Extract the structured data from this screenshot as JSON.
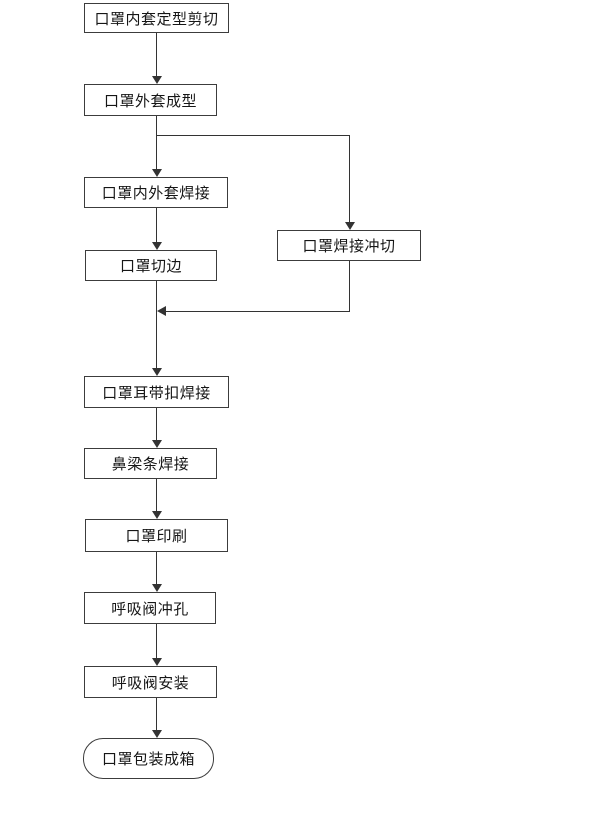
{
  "flowchart": {
    "description": "Mask production process flowchart",
    "background_color": "#ffffff",
    "box_border_color": "#3c3c3c",
    "line_color": "#333333",
    "text_color": "#161616",
    "nodes": [
      {
        "id": "n1",
        "label": "口罩内套定型剪切",
        "shape": "rect"
      },
      {
        "id": "n2",
        "label": "口罩外套成型",
        "shape": "rect"
      },
      {
        "id": "n3",
        "label": "口罩内外套焊接",
        "shape": "rect"
      },
      {
        "id": "n4",
        "label": "口罩切边",
        "shape": "rect"
      },
      {
        "id": "n5",
        "label": "口罩焊接冲切",
        "shape": "rect"
      },
      {
        "id": "n6",
        "label": "口罩耳带扣焊接",
        "shape": "rect"
      },
      {
        "id": "n7",
        "label": "鼻梁条焊接",
        "shape": "rect"
      },
      {
        "id": "n8",
        "label": "口罩印刷",
        "shape": "rect"
      },
      {
        "id": "n9",
        "label": "呼吸阀冲孔",
        "shape": "rect"
      },
      {
        "id": "n10",
        "label": "呼吸阀安装",
        "shape": "rect"
      },
      {
        "id": "n11",
        "label": "口罩包装成箱",
        "shape": "terminator"
      }
    ],
    "edges": [
      {
        "from": "口罩内套定型剪切",
        "to": "口罩外套成型"
      },
      {
        "from": "口罩外套成型",
        "to": "口罩内外套焊接"
      },
      {
        "from": "口罩外套成型",
        "to": "口罩焊接冲切"
      },
      {
        "from": "口罩内外套焊接",
        "to": "口罩切边"
      },
      {
        "from": "口罩切边",
        "to": "口罩耳带扣焊接"
      },
      {
        "from": "口罩焊接冲切",
        "to": "口罩耳带扣焊接"
      },
      {
        "from": "口罩耳带扣焊接",
        "to": "鼻梁条焊接"
      },
      {
        "from": "鼻梁条焊接",
        "to": "口罩印刷"
      },
      {
        "from": "口罩印刷",
        "to": "呼吸阀冲孔"
      },
      {
        "from": "呼吸阀冲孔",
        "to": "呼吸阀安装"
      },
      {
        "from": "呼吸阀安装",
        "to": "口罩包装成箱"
      }
    ]
  }
}
